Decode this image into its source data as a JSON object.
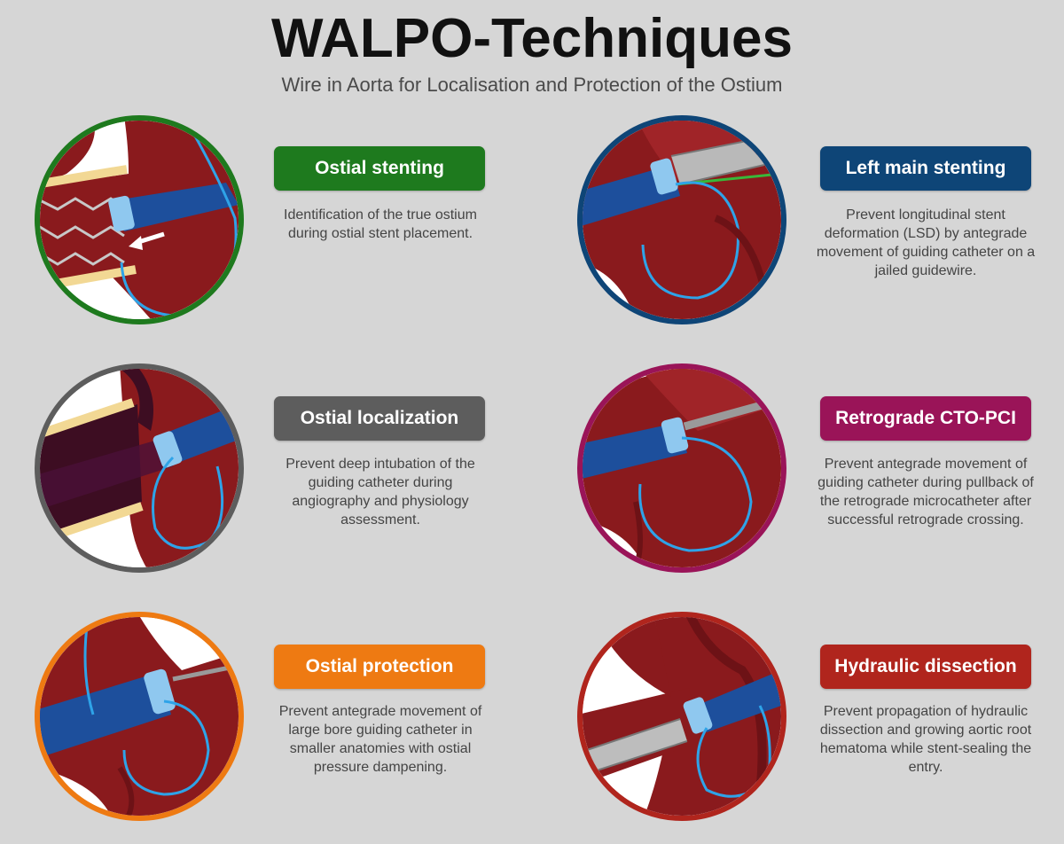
{
  "header": {
    "title": "WALPO-Techniques",
    "subtitle": "Wire in Aorta for Localisation and Protection of the Ostium"
  },
  "techniques": [
    {
      "label": "Ostial stenting",
      "color": "#1e7a1e",
      "description": "Identification of the true ostium during ostial stent placement."
    },
    {
      "label": "Left main stenting",
      "color": "#0e4577",
      "description": "Prevent longitudinal stent deformation (LSD) by antegrade movement of guiding catheter on a jailed guidewire."
    },
    {
      "label": "Ostial localization",
      "color": "#5d5d5d",
      "description": "Prevent deep intubation of the guiding catheter during angiography and physiology assessment."
    },
    {
      "label": "Retrograde CTO-PCI",
      "color": "#9a1458",
      "description": "Prevent antegrade movement of guiding catheter during pullback of the retrograde microcatheter after successful retrograde crossing."
    },
    {
      "label": "Ostial protection",
      "color": "#ee7a12",
      "description": "Prevent antegrade movement of large bore guiding catheter in smaller anatomies with ostial pressure dampening."
    },
    {
      "label": "Hydraulic dissection",
      "color": "#b0251d",
      "description": "Prevent propagation of hydraulic dissection and growing aortic root hematoma while stent-sealing the entry."
    }
  ]
}
